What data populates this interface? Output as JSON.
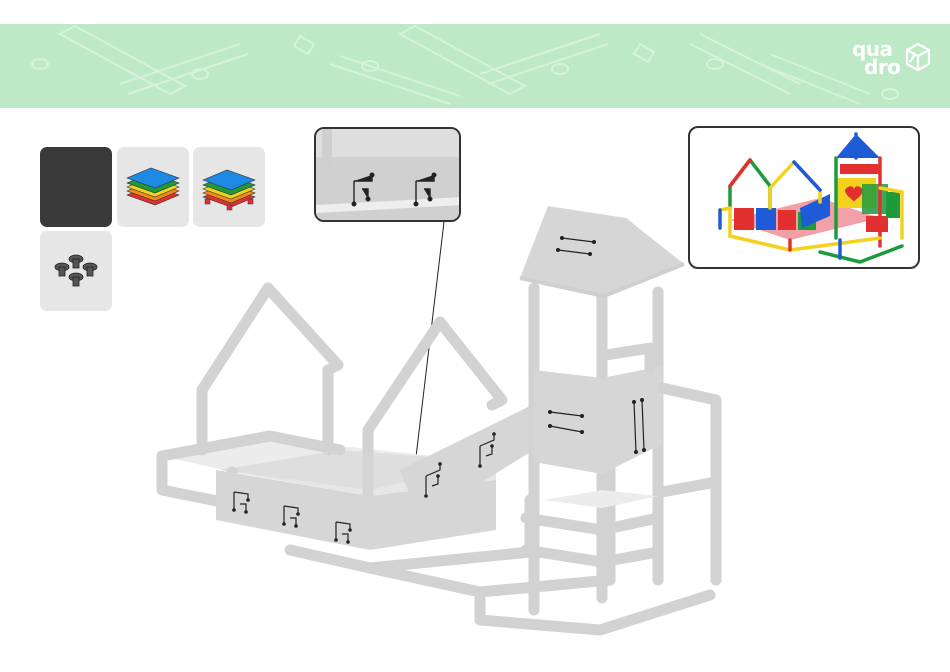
{
  "brand": {
    "logo_line1": "qua",
    "logo_line2": "dro"
  },
  "colors": {
    "header_bg": "#bde9c6",
    "frame_grey": "#d2d2d2",
    "panel_blue": "#1e5bd6",
    "panel_red": "#e23030",
    "panel_yellow": "#f2d21c",
    "panel_green": "#1e9a3c"
  },
  "parts": [
    {
      "id": "dark-panel",
      "icon": "dark-panel-icon"
    },
    {
      "id": "floor-plates-stack",
      "icon": "floor-plates-icon"
    },
    {
      "id": "floor-plates-with-clips",
      "icon": "floor-plates-clips-icon"
    },
    {
      "id": "mushroom-connectors",
      "icon": "connectors-icon"
    }
  ]
}
